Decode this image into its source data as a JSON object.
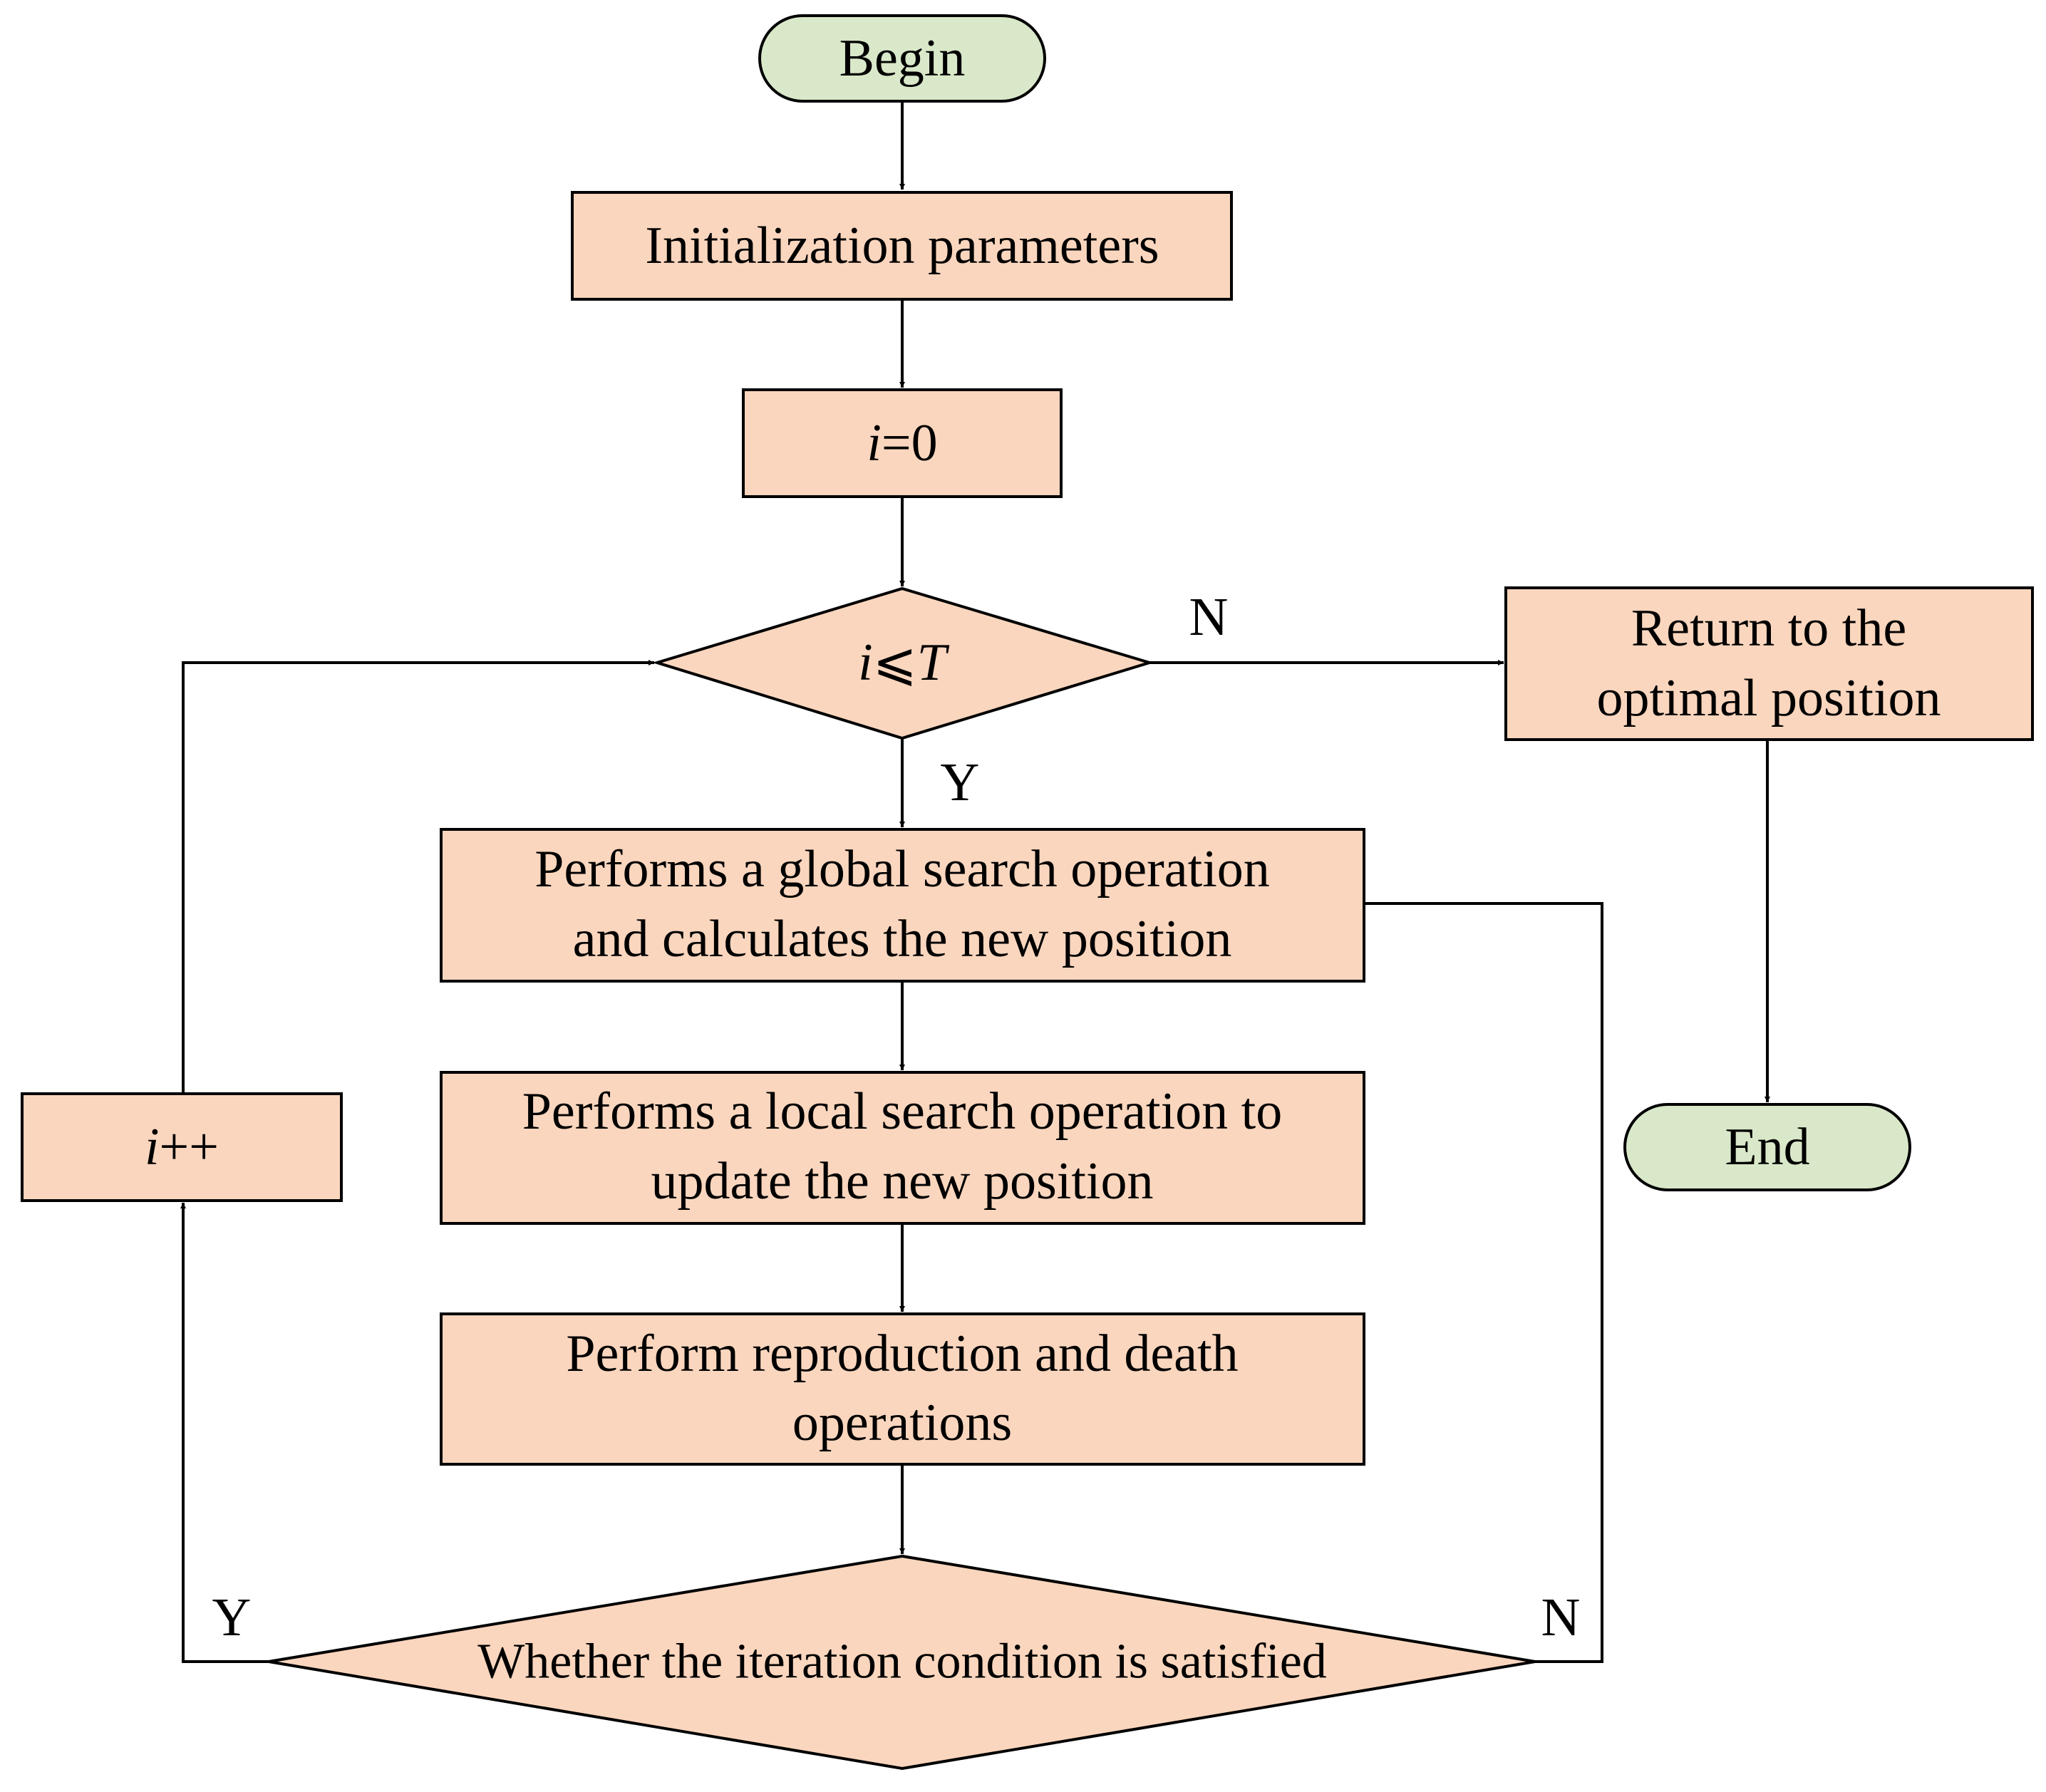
{
  "colors": {
    "terminal_fill": "#d9e8c9",
    "process_fill": "#fad6be",
    "decision_fill": "#fad6be",
    "stroke": "#000000"
  },
  "nodes": {
    "begin": {
      "text": "Begin"
    },
    "init": {
      "text": "Initialization parameters"
    },
    "i0": {
      "italic": "i",
      "rest": "=0"
    },
    "cond1": {
      "italic1": "i",
      "op": "⩽",
      "italic2": "T"
    },
    "ret": {
      "line1": "Return to the",
      "line2": "optimal position"
    },
    "global": {
      "line1": "Performs a global search operation",
      "line2": "and calculates the new position"
    },
    "local": {
      "line1": "Performs a local search operation to",
      "line2": "update the new position"
    },
    "repro": {
      "line1": "Perform reproduction and death",
      "line2": "operations"
    },
    "cond2": {
      "text": "Whether the iteration condition is satisfied"
    },
    "iinc": {
      "italic": "i",
      "rest": "++"
    },
    "end": {
      "text": "End"
    }
  },
  "edge_labels": {
    "cond1_no": "N",
    "cond1_yes": "Y",
    "cond2_yes": "Y",
    "cond2_no": "N"
  }
}
